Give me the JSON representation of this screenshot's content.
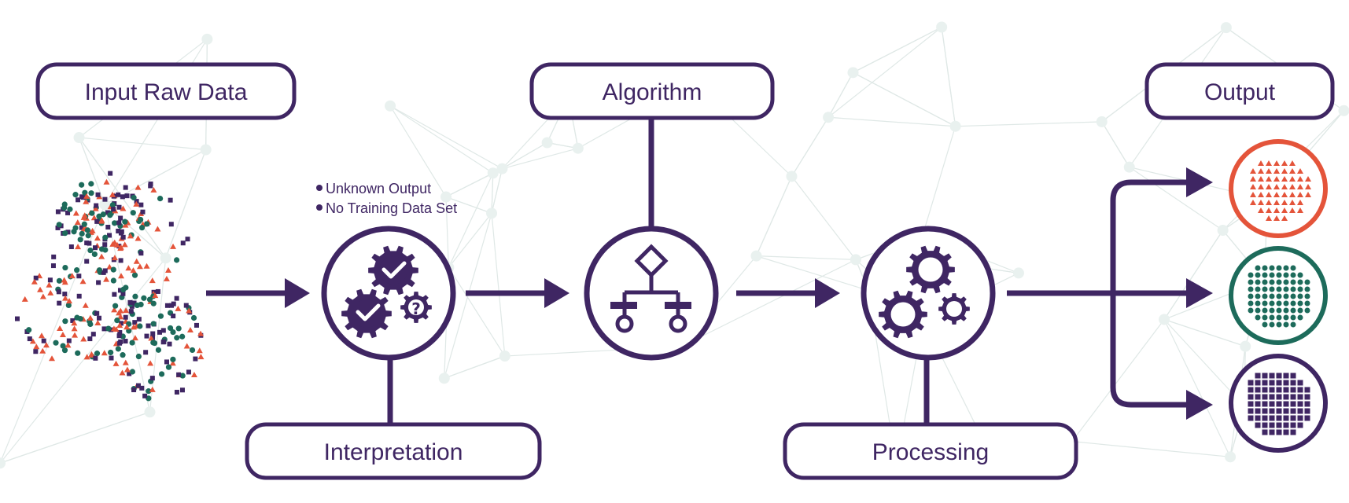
{
  "colors": {
    "primary": "#3f2663",
    "accent_red": "#e4543a",
    "accent_green": "#1d6b5b",
    "background": "#ffffff",
    "network": "#dfe8e6"
  },
  "labels": {
    "input": "Input Raw Data",
    "algorithm": "Algorithm",
    "output": "Output",
    "interpretation": "Interpretation",
    "processing": "Processing"
  },
  "notes": [
    "Unknown Output",
    "No Training Data Set"
  ],
  "icons": {
    "interpretation": "gears-check-question-icon",
    "algorithm": "flowchart-icon",
    "processing": "gears-icon",
    "outputs": [
      "triangle-cluster-icon",
      "circle-cluster-icon",
      "square-cluster-icon"
    ]
  }
}
